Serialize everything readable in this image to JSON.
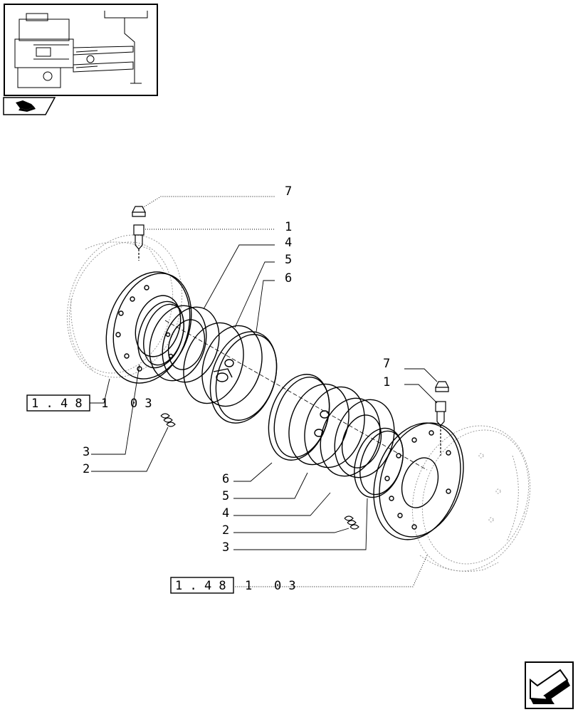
{
  "colors": {
    "line": "#000000",
    "ghost": "#9a9a9a",
    "background": "#ffffff"
  },
  "thumbnail": {
    "icon": "assembly-overview-thumbnail",
    "tab_icon": "catalog-page-tab-icon"
  },
  "navigation": {
    "next_icon": "next-page-arrow-icon"
  },
  "callouts": {
    "c7_top": "7",
    "c1_top": "1",
    "c4_top": "4",
    "c5_top": "5",
    "c6_top": "6",
    "c7_right": "7",
    "c1_right": "1",
    "c3_left": "3",
    "c2_left": "2",
    "c6_bot": "6",
    "c5_bot": "5",
    "c4_bot": "4",
    "c2_bot": "2",
    "c3_bot": "3"
  },
  "references": {
    "ref1": {
      "box": "1 . 4 8",
      "rest": "1   0 3"
    },
    "ref2": {
      "box": "1 . 4 8",
      "rest": "1   0 3"
    }
  }
}
